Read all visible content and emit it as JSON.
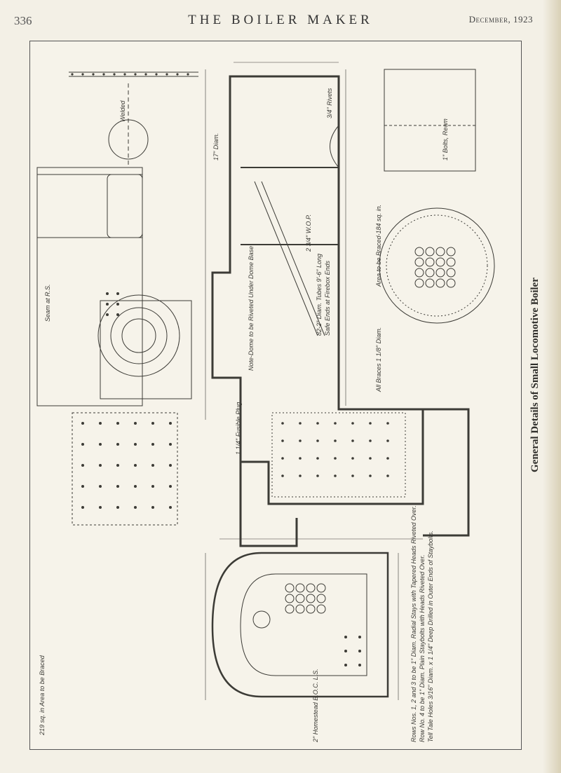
{
  "header": {
    "page_number": "336",
    "journal_title": "THE BOILER MAKER",
    "issue_date": "December, 1923"
  },
  "figure": {
    "caption": "General Details of Small Locomotive Boiler",
    "notes": [
      "Area to be Braced-184 sq. in.",
      "All Braces 1 1/8\" Diam.",
      "219 sq. in Area to be Braced",
      "17\" Diam.",
      "2 3/4\" W.O.P.",
      "82-2\" Diam. Tubes 9'-6\" Long",
      "Safe Ends at Firebox Ends",
      "Note-Dome to be Riveted Under Dome Base",
      "3/4\" Rivets",
      "Welded",
      "Seam at R.S.",
      "1\" Bolts, Ream",
      "Rows Nos. 1, 2 and 3 to be 1\" Diam. Radial Stays with Tapered Heads Riveted Over.",
      "Row No. 4 to be 1\" Diam. Plain Staybolts with Heads Riveted Over.",
      "Tell Tale Holes 3/16\" Diam. x 1 1/4\" Deep Drilled in Outer Ends of Staybolts.",
      "2\" Homestead B.O.C. L.S.",
      "1 1/4\" Fusible Plug"
    ]
  }
}
